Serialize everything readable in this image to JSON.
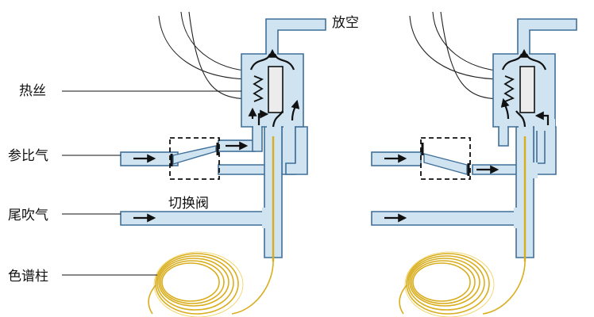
{
  "labels": {
    "vent": "放空",
    "filament": "热丝",
    "reference_gas": "参比气",
    "makeup_gas": "尾吹气",
    "switching_valve": "切换阀",
    "column": "色谱柱"
  },
  "colors": {
    "pipe_fill": "#cfe3f0",
    "pipe_stroke": "#3f6f99",
    "column": "#d9ae1e",
    "text": "#111111"
  }
}
